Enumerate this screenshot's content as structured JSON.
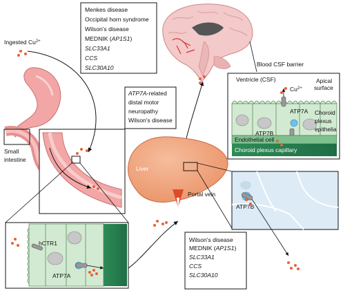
{
  "labels": {
    "ingested": "Ingested Cu",
    "ingested_sup": "2+",
    "small_intestine_1": "Small",
    "small_intestine_2": "intestine",
    "liver": "Liver",
    "portal_vein": "Portal vein",
    "hctr1": "hCTR1",
    "atp7a_enterocyte": "ATP7A",
    "atp7b_liver": "ATP7B",
    "bcsf_title": "Blood CSF barrier",
    "ventricle": "Ventricle (CSF)",
    "cu": "Cu",
    "cu_sup": "2+",
    "apical_1": "Apical",
    "apical_2": "surface",
    "atp7a_choroid": "ATP7A",
    "atp7b_choroid": "ATP7B",
    "choroid_1": "Choroid",
    "choroid_2": "plexus",
    "choroid_3": "epithelia",
    "endothelial": "Endothelial cell",
    "capillary": "Choroid plexus capillary"
  },
  "brain_box": {
    "lines": [
      "Menkes disease",
      "Occipital horn syndrome",
      "Wilson's disease",
      "MEDNIK (",
      "AP1S1",
      ")",
      "SLC33A1",
      "CCS",
      "SLC30A10"
    ]
  },
  "neuro_box": {
    "lines": [
      "ATP7A",
      "-related",
      "distal motor",
      "neuropathy",
      "Wilson's disease"
    ]
  },
  "liver_box": {
    "lines": [
      "Wilson's disease",
      "MEDNIK (",
      "AP1S1",
      ")",
      "SLC33A1",
      "CCS",
      "SLC30A10"
    ]
  },
  "colors": {
    "copper_dot": "#e8603a",
    "intestine": "#f0a0a0",
    "liver": "#f0a07a",
    "epithelium": "#d3ead3",
    "capillary": "#2e8b57",
    "hepatocyte": "#dcebf6",
    "brain": "#f3c9c9"
  }
}
